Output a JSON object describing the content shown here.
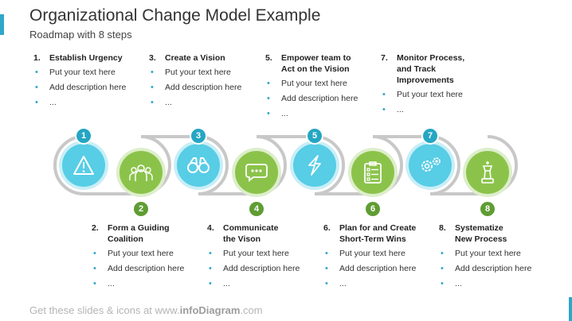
{
  "header": {
    "title": "Organizational Change Model Example",
    "subtitle": "Roadmap with 8 steps"
  },
  "steps": [
    {
      "num": "1.",
      "title_line1": "Establish Urgency",
      "title_line2": "",
      "title_line3": "",
      "bullets": [
        "Put your text here",
        "Add description here",
        "..."
      ],
      "badge": "1",
      "icon": "warning-icon",
      "color": "blue"
    },
    {
      "num": "2.",
      "title_line1": "Form a Guiding",
      "title_line2": "Coalition",
      "title_line3": "",
      "bullets": [
        "Put your text here",
        "Add description here",
        "..."
      ],
      "badge": "2",
      "icon": "people-group-icon",
      "color": "green"
    },
    {
      "num": "3.",
      "title_line1": "Create a Vision",
      "title_line2": "",
      "title_line3": "",
      "bullets": [
        "Put your text here",
        "Add description here",
        "..."
      ],
      "badge": "3",
      "icon": "binoculars-icon",
      "color": "blue"
    },
    {
      "num": "4.",
      "title_line1": "Communicate",
      "title_line2": "the Vison",
      "title_line3": "",
      "bullets": [
        "Put your text here",
        "Add description here",
        "..."
      ],
      "badge": "4",
      "icon": "speech-bubble-icon",
      "color": "green"
    },
    {
      "num": "5.",
      "title_line1": "Empower team to",
      "title_line2": "Act on the Vision",
      "title_line3": "",
      "bullets": [
        "Put your text here",
        "Add description here",
        "..."
      ],
      "badge": "5",
      "icon": "lightning-icon",
      "color": "blue"
    },
    {
      "num": "6.",
      "title_line1": "Plan for and Create",
      "title_line2": "Short-Term  Wins",
      "title_line3": "",
      "bullets": [
        "Put your text here",
        "Add description here",
        "..."
      ],
      "badge": "6",
      "icon": "checklist-icon",
      "color": "green"
    },
    {
      "num": "7.",
      "title_line1": "Monitor Process,",
      "title_line2": "and Track",
      "title_line3": "Improvements",
      "bullets": [
        "Put your text here",
        "..."
      ],
      "badge": "7",
      "icon": "gears-icon",
      "color": "blue"
    },
    {
      "num": "8.",
      "title_line1": "Systematize",
      "title_line2": "New Process",
      "title_line3": "",
      "bullets": [
        "Put your text here",
        "Add description here",
        "..."
      ],
      "badge": "8",
      "icon": "chess-king-icon",
      "color": "green"
    }
  ],
  "footer": {
    "prefix": "Get these slides & icons at www.",
    "brand": "infoDiagram",
    "suffix": ".com"
  },
  "colors": {
    "blue": "#25a6c3",
    "light_blue": "#57cde6",
    "green": "#5f9d33",
    "light_green": "#8bc34a",
    "track": "#c8c8c8"
  }
}
